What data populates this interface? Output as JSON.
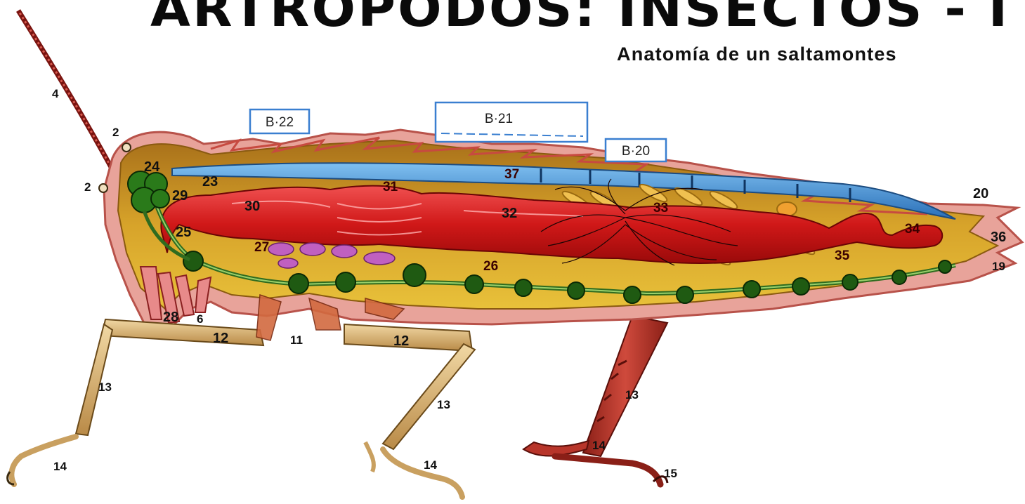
{
  "title": "ARTRÓPODOS: INSECTOS - I",
  "subtitle": "Anatomía de un saltamontes",
  "references": {
    "b22": "B·22",
    "b21": "B·21",
    "b20": "B·20"
  },
  "labels": {
    "l4": "4",
    "l2a": "2",
    "l2b": "2",
    "l24": "24",
    "l29": "29",
    "l23": "23",
    "l30": "30",
    "l31": "31",
    "l37": "37",
    "l32": "32",
    "l33": "33",
    "l20": "20",
    "l34": "34",
    "l36": "36",
    "l19": "19",
    "l35": "35",
    "l25": "25",
    "l27": "27",
    "l26": "26",
    "l28": "28",
    "l6": "6",
    "l12a": "12",
    "l11": "11",
    "l12b": "12",
    "l13a": "13",
    "l13b": "13",
    "l13c": "13",
    "l14a": "14",
    "l14b": "14",
    "l14c": "14",
    "l15": "15"
  },
  "colors": {
    "body_wall": "#e8a39a",
    "body_cavity": "#c98a1f",
    "gut": "#d11d1d",
    "heart": "#3a8fd6",
    "nerve_cord": "#2f6b1f",
    "ganglion": "#1f5a12",
    "legs": "#dcb77a",
    "hind_leg": "#b8352a"
  }
}
